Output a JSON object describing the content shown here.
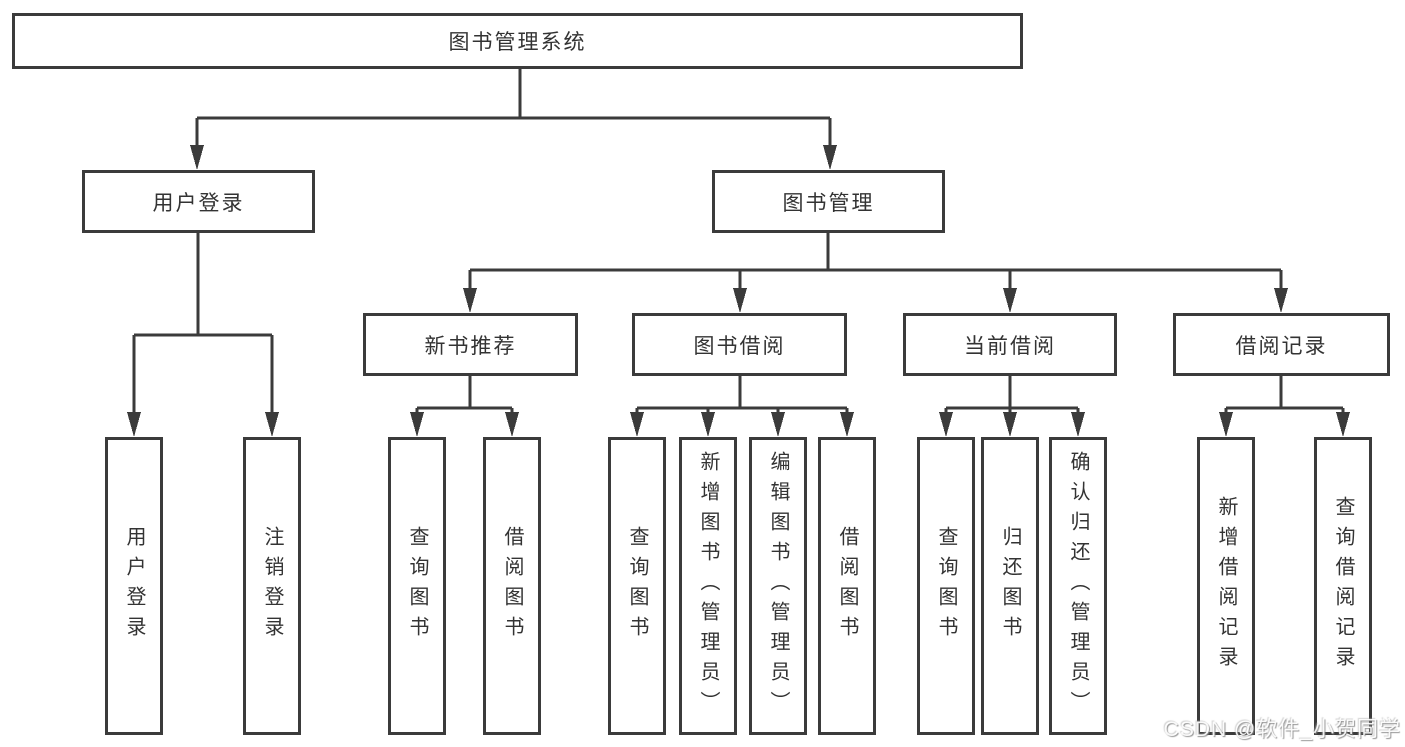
{
  "title": "图书管理系统",
  "watermark": "CSDN @软件_小贺同学",
  "colors": {
    "line": "#3b3b3b",
    "text": "#333333",
    "background": "#ffffff",
    "watermark_text": "#ffffff"
  },
  "hierarchy": {
    "root": "图书管理系统",
    "children": [
      {
        "label": "用户登录",
        "children": [
          "用户登录",
          "注销登录"
        ]
      },
      {
        "label": "图书管理",
        "children": [
          {
            "label": "新书推荐",
            "children": [
              "查询图书",
              "借阅图书"
            ]
          },
          {
            "label": "图书借阅",
            "children": [
              "查询图书",
              "新增图书（管理员）",
              "编辑图书（管理员）",
              "借阅图书"
            ]
          },
          {
            "label": "当前借阅",
            "children": [
              "查询图书",
              "归还图书",
              "确认归还（管理员）"
            ]
          },
          {
            "label": "借阅记录",
            "children": [
              "新增借阅记录",
              "查询借阅记录"
            ]
          }
        ]
      }
    ]
  }
}
